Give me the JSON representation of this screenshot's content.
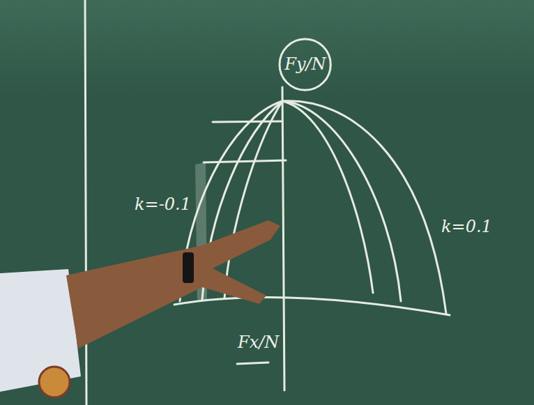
{
  "diagram": {
    "nodes": [
      {
        "text": [
          "Fy/N"
        ]
      }
    ],
    "labels": [
      "k=-0.1",
      "k=0.1",
      "Fx/N"
    ]
  }
}
